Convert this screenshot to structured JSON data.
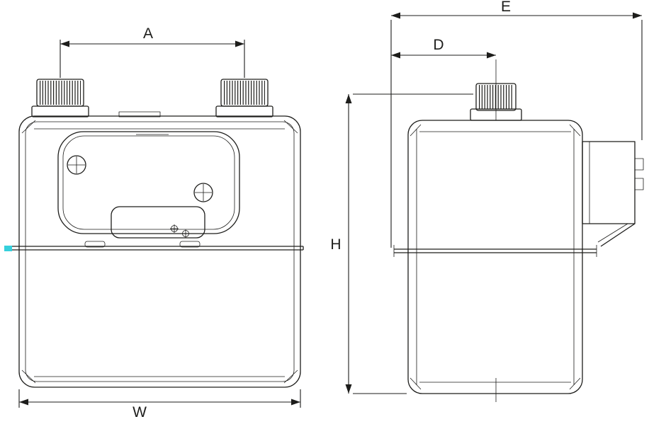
{
  "drawing": {
    "dimension_labels": {
      "A": "A",
      "D": "D",
      "E": "E",
      "H": "H",
      "W": "W"
    },
    "colors": {
      "line": "#1d1d1b",
      "accent_tick": "#35d0dc",
      "background": "#ffffff"
    }
  }
}
